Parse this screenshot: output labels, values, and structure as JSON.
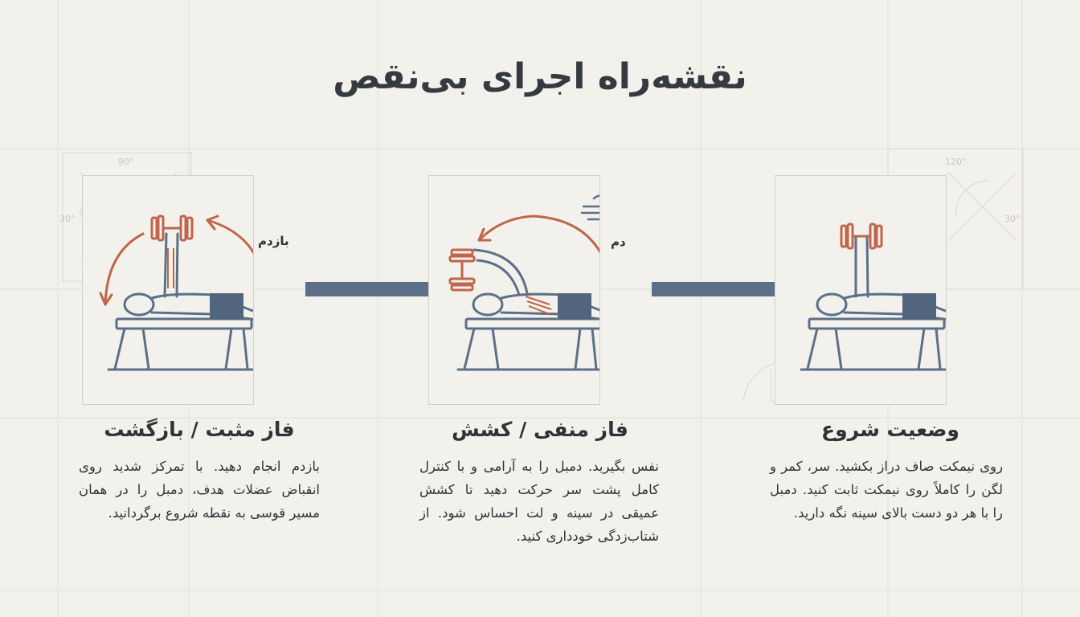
{
  "title": "نقشه‌راه اجرای بی‌نقص",
  "steps": [
    {
      "heading": "وضعیت شروع",
      "text": "روی نیمکت صاف دراز بکشید. سر، کمر و لگن را کاملاً روی نیمکت ثابت کنید. دمبل را با هر دو دست بالای سینه نگه دارید.",
      "angle_top": "120°",
      "angle_side": "30°"
    },
    {
      "heading": "فاز منفی / کشش",
      "text": "نفس بگیرید. دمبل را به آرامی و با کنترل کامل پشت سر حرکت دهید تا کشش عمیقی در سینه و لت احساس شود. از شتاب‌زدگی خودداری کنید.",
      "breath": "دم"
    },
    {
      "heading": "فاز مثبت / بازگشت",
      "text": "بازدم انجام دهید. با تمرکز شدید روی انقباض عضلات هدف، دمبل را در همان مسیر قوسی به نقطه شروع برگردانید.",
      "breath": "بازدم",
      "angle_top": "90°",
      "angle_side": "30°"
    }
  ],
  "colors": {
    "accent": "#c0654b",
    "outline": "#5b7088",
    "shorts": "#51667e",
    "text": "#2e3338"
  }
}
